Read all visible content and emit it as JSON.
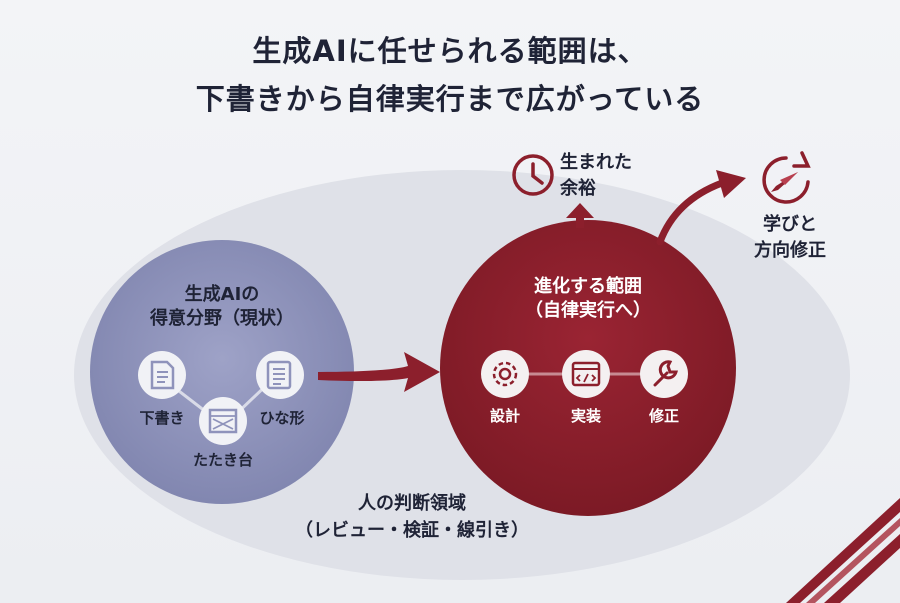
{
  "title": {
    "line1": "生成AIに任せられる範囲は、",
    "line2": "下書きから自律実行まで広がっている"
  },
  "current_zone": {
    "heading_line1": "生成AIの",
    "heading_line2": "得意分野（現状）",
    "items": [
      {
        "label": "下書き",
        "icon": "document-icon"
      },
      {
        "label": "たたき台",
        "icon": "wireframe-icon"
      },
      {
        "label": "ひな形",
        "icon": "template-icon"
      }
    ]
  },
  "expanding_zone": {
    "heading_line1": "進化する範囲",
    "heading_line2": "（自律実行へ）",
    "items": [
      {
        "label": "設計",
        "icon": "gear-icon"
      },
      {
        "label": "実装",
        "icon": "code-window-icon"
      },
      {
        "label": "修正",
        "icon": "wrench-icon"
      }
    ]
  },
  "human_zone": {
    "line1": "人の判断領域",
    "line2": "（レビュー・検証・線引き）"
  },
  "outcomes": {
    "free_time_line1": "生まれた",
    "free_time_line2": "余裕",
    "learning_line1": "学びと",
    "learning_line2": "方向修正"
  },
  "colors": {
    "accent": "#8c1f2c",
    "purple_zone": "#8f93bb",
    "ellipse": "#dfe1e8",
    "text_dark": "#1f2336"
  }
}
